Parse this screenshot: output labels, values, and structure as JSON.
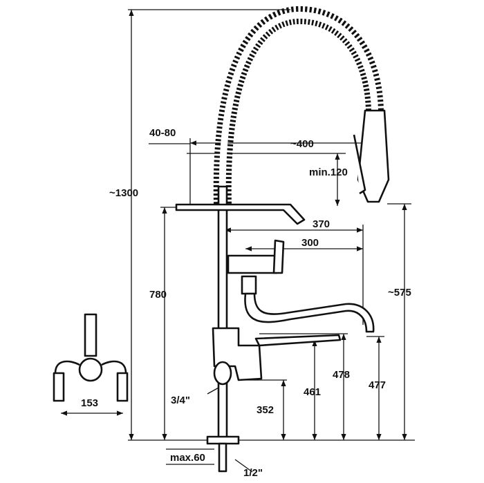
{
  "drawing": {
    "dimensions": {
      "width_40_80": "40-80",
      "reach_400": "~400",
      "min_120": "min.120",
      "height_1300": "~1300",
      "spout_370": "370",
      "spout_300": "300",
      "height_780": "780",
      "height_575": "~575",
      "wall_153": "153",
      "thread_34": "3/4\"",
      "height_352": "352",
      "height_461": "461",
      "height_478": "478",
      "height_477": "477",
      "max_60": "max.60",
      "thread_12": "1/2\""
    }
  }
}
